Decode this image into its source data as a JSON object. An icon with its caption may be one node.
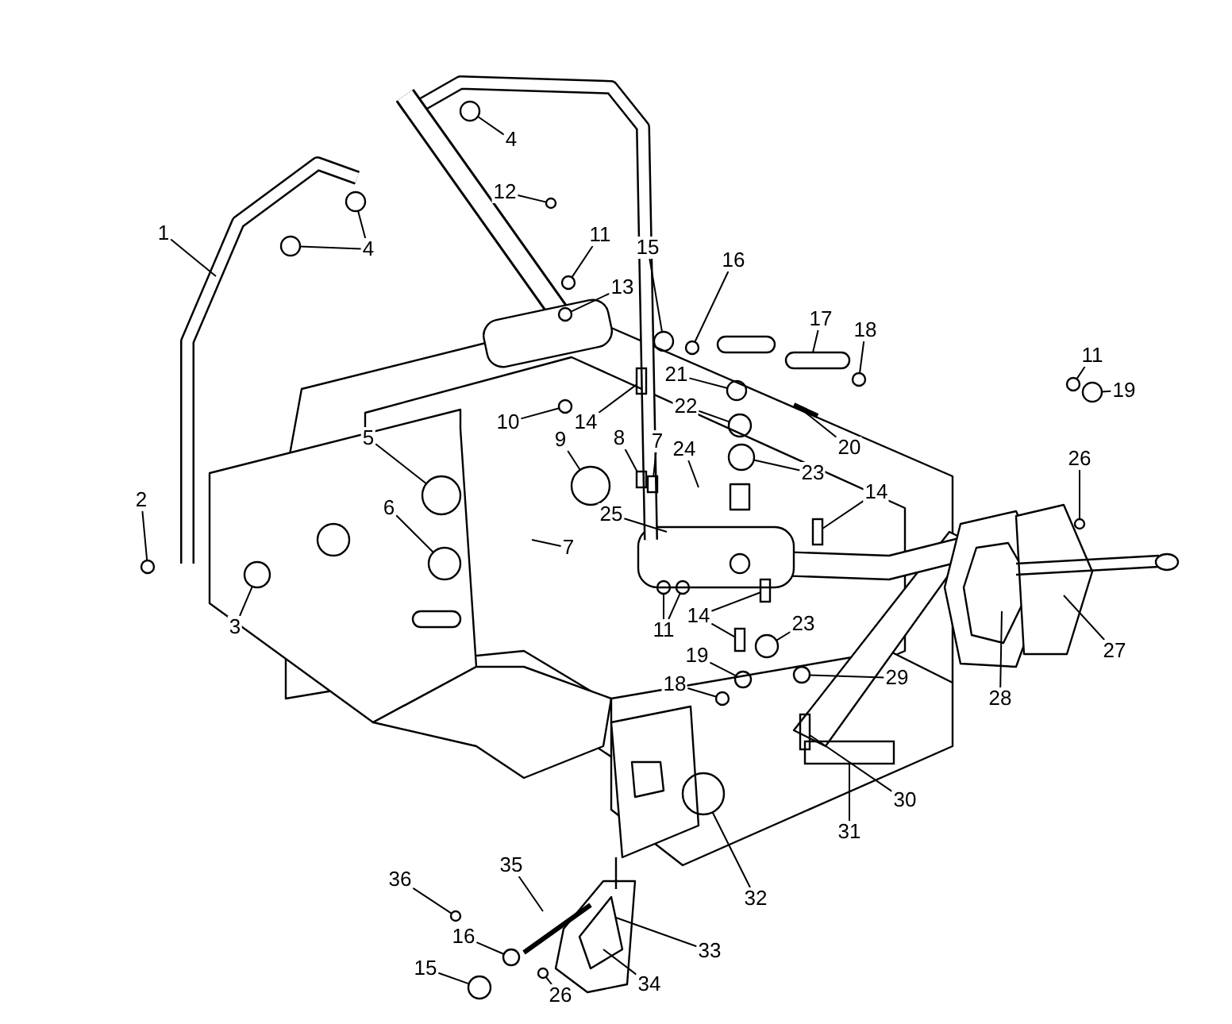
{
  "diagram": {
    "nodes": [
      {
        "text": [
          "4"
        ]
      },
      {
        "text": [
          "1"
        ]
      },
      {
        "text": [
          "12"
        ]
      },
      {
        "text": [
          "11"
        ]
      },
      {
        "text": [
          "4"
        ]
      },
      {
        "text": [
          "15"
        ]
      },
      {
        "text": [
          "16"
        ]
      },
      {
        "text": [
          "13"
        ]
      },
      {
        "text": [
          "17"
        ]
      },
      {
        "text": [
          "18"
        ]
      },
      {
        "text": [
          "11"
        ]
      },
      {
        "text": [
          "21"
        ]
      },
      {
        "text": [
          "19"
        ]
      },
      {
        "text": [
          "22"
        ]
      },
      {
        "text": [
          "10"
        ]
      },
      {
        "text": [
          "14"
        ]
      },
      {
        "text": [
          "5"
        ]
      },
      {
        "text": [
          "9"
        ]
      },
      {
        "text": [
          "8"
        ]
      },
      {
        "text": [
          "7"
        ]
      },
      {
        "text": [
          "20"
        ]
      },
      {
        "text": [
          "24"
        ]
      },
      {
        "text": [
          "26"
        ]
      },
      {
        "text": [
          "23"
        ]
      },
      {
        "text": [
          "14"
        ]
      },
      {
        "text": [
          "2"
        ]
      },
      {
        "text": [
          "6"
        ]
      },
      {
        "text": [
          "25"
        ]
      },
      {
        "text": [
          "7"
        ]
      },
      {
        "text": [
          "14"
        ]
      },
      {
        "text": [
          "3"
        ]
      },
      {
        "text": [
          "23"
        ]
      },
      {
        "text": [
          "11"
        ]
      },
      {
        "text": [
          "27"
        ]
      },
      {
        "text": [
          "19"
        ]
      },
      {
        "text": [
          "29"
        ]
      },
      {
        "text": [
          "18"
        ]
      },
      {
        "text": [
          "28"
        ]
      },
      {
        "text": [
          "30"
        ]
      },
      {
        "text": [
          "31"
        ]
      },
      {
        "text": [
          "36"
        ]
      },
      {
        "text": [
          "35"
        ]
      },
      {
        "text": [
          "32"
        ]
      },
      {
        "text": [
          "16"
        ]
      },
      {
        "text": [
          "33"
        ]
      },
      {
        "text": [
          "15"
        ]
      },
      {
        "text": [
          "34"
        ]
      },
      {
        "text": [
          "26"
        ]
      },
      {
        "text": [],
        "shape": "circle"
      },
      {
        "text": [],
        "shape": "circle"
      },
      {
        "text": [],
        "shape": "circle"
      },
      {
        "text": [],
        "shape": "circle"
      },
      {
        "text": [],
        "shape": "circle"
      },
      {
        "text": [],
        "shape": "circle"
      },
      {
        "text": [],
        "shape": "circle"
      },
      {
        "text": [],
        "shape": "circle"
      },
      {
        "text": [],
        "shape": "circle"
      },
      {
        "text": [],
        "shape": "bar"
      },
      {
        "text": [],
        "shape": "circle"
      },
      {
        "text": [],
        "shape": "circle"
      },
      {
        "text": [],
        "shape": "circle"
      },
      {
        "text": [],
        "shape": "circle"
      },
      {
        "text": [],
        "shape": "circle"
      },
      {
        "text": [],
        "shape": "circle"
      },
      {
        "text": [],
        "shape": "bar"
      },
      {
        "text": [],
        "shape": "bar"
      },
      {
        "text": [],
        "shape": "circle"
      },
      {
        "text": [],
        "shape": "circle"
      },
      {
        "text": [],
        "shape": "circle"
      },
      {
        "text": [],
        "shape": "bar"
      },
      {
        "text": [],
        "shape": "circle"
      },
      {
        "text": [],
        "shape": "circle"
      },
      {
        "text": [],
        "shape": "circle"
      },
      {
        "text": [],
        "shape": "circle"
      },
      {
        "text": [],
        "shape": "circle"
      },
      {
        "text": [],
        "shape": "bar"
      },
      {
        "text": [],
        "shape": "bar"
      },
      {
        "text": [],
        "shape": "circle"
      },
      {
        "text": [],
        "shape": "circle"
      },
      {
        "text": [],
        "shape": "circle"
      },
      {
        "text": [],
        "shape": "circle"
      },
      {
        "text": [],
        "shape": "bar"
      },
      {
        "text": [],
        "shape": "circle"
      },
      {
        "text": [],
        "shape": "circle"
      },
      {
        "text": [],
        "shape": "circle"
      },
      {
        "text": [],
        "shape": "circle"
      },
      {
        "text": [],
        "shape": "circle"
      },
      {
        "text": [],
        "shape": "box"
      }
    ],
    "edges": [
      {
        "from": 0,
        "to": 48,
        "arrow": "none"
      },
      {
        "from": 1,
        "to": null,
        "arrow": "none"
      },
      {
        "from": 2,
        "to": 50,
        "arrow": "none"
      },
      {
        "from": 3,
        "to": 52,
        "arrow": "none"
      },
      {
        "from": 4,
        "to": 51,
        "arrow": "none"
      },
      {
        "from": 4,
        "to": 49,
        "arrow": "none"
      },
      {
        "from": 5,
        "to": 54,
        "arrow": "none"
      },
      {
        "from": 6,
        "to": 55,
        "arrow": "none"
      },
      {
        "from": 7,
        "to": 53,
        "arrow": "none"
      },
      {
        "from": 8,
        "to": null,
        "arrow": "none"
      },
      {
        "from": 9,
        "to": 56,
        "arrow": "none"
      },
      {
        "from": 10,
        "to": 58,
        "arrow": "none"
      },
      {
        "from": 11,
        "to": 59,
        "arrow": "none"
      },
      {
        "from": 12,
        "to": 60,
        "arrow": "none"
      },
      {
        "from": 13,
        "to": 62,
        "arrow": "none"
      },
      {
        "from": 14,
        "to": 61,
        "arrow": "none"
      },
      {
        "from": 15,
        "to": 57,
        "arrow": "none"
      },
      {
        "from": 16,
        "to": 67,
        "arrow": "none"
      },
      {
        "from": 17,
        "to": 66,
        "arrow": "none"
      },
      {
        "from": 18,
        "to": 64,
        "arrow": "none"
      },
      {
        "from": 19,
        "to": 65,
        "arrow": "none"
      },
      {
        "from": 20,
        "to": null,
        "arrow": "none"
      },
      {
        "from": 21,
        "to": null,
        "arrow": "none"
      },
      {
        "from": 22,
        "to": 68,
        "arrow": "none"
      },
      {
        "from": 23,
        "to": 63,
        "arrow": "none"
      },
      {
        "from": 24,
        "to": 69,
        "arrow": "none"
      },
      {
        "from": 25,
        "to": 71,
        "arrow": "none"
      },
      {
        "from": 26,
        "to": 70,
        "arrow": "none"
      },
      {
        "from": 27,
        "to": null,
        "arrow": "none"
      },
      {
        "from": 28,
        "to": null,
        "arrow": "none"
      },
      {
        "from": 29,
        "to": 75,
        "arrow": "none"
      },
      {
        "from": 29,
        "to": 76,
        "arrow": "none"
      },
      {
        "from": 30,
        "to": 72,
        "arrow": "none"
      },
      {
        "from": 31,
        "to": 77,
        "arrow": "none"
      },
      {
        "from": 32,
        "to": 73,
        "arrow": "none"
      },
      {
        "from": 32,
        "to": 74,
        "arrow": "none"
      },
      {
        "from": 33,
        "to": null,
        "arrow": "none"
      },
      {
        "from": 34,
        "to": 79,
        "arrow": "none"
      },
      {
        "from": 35,
        "to": 78,
        "arrow": "none"
      },
      {
        "from": 36,
        "to": 80,
        "arrow": "none"
      },
      {
        "from": 37,
        "to": null,
        "arrow": "none"
      },
      {
        "from": 38,
        "to": 81,
        "arrow": "none"
      },
      {
        "from": 39,
        "to": 87,
        "arrow": "none"
      },
      {
        "from": 40,
        "to": 82,
        "arrow": "none"
      },
      {
        "from": 41,
        "to": null,
        "arrow": "none"
      },
      {
        "from": 42,
        "to": 86,
        "arrow": "none"
      },
      {
        "from": 43,
        "to": 83,
        "arrow": "none"
      },
      {
        "from": 44,
        "to": null,
        "arrow": "none"
      },
      {
        "from": 45,
        "to": 85,
        "arrow": "none"
      },
      {
        "from": 46,
        "to": null,
        "arrow": "none"
      },
      {
        "from": 47,
        "to": 84,
        "arrow": "none"
      }
    ]
  }
}
